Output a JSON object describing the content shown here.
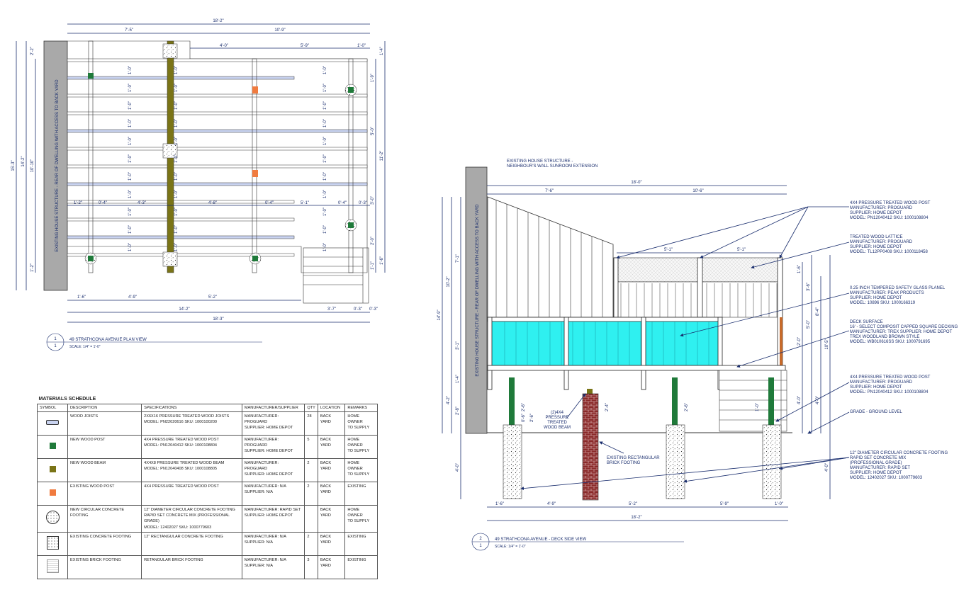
{
  "plan_view": {
    "wall_label": "EXISTING HOUSE STRUCTURE - REAR OF DWELLING WITH ACCESS TO BACK YARD",
    "dims_top": [
      "18'-2\"",
      "7'-5\"",
      "10'-9\"",
      "4'-0\"",
      "5'-9\"",
      "1'-0\""
    ],
    "dims_left": [
      "15'-3\"",
      "14'-2\"",
      "10'-10\"",
      "2'-2\"",
      "1'-2\""
    ],
    "dims_right": [
      "11'-2\"",
      "5'-0\"",
      "3'-0\"",
      "1'-9\"",
      "1'-4\"",
      "1'-6\"",
      "2'-0\"",
      "1'-1\""
    ],
    "joist_spacing": "1'-0\"",
    "mid_dims": [
      "1'-2\"",
      "0'-4\"",
      "4'-3\"",
      "4'-8\"",
      "0'-4\"",
      "5'-1\"",
      "0'-4\"",
      "0'-3\""
    ],
    "dims_bottom": [
      "1'-6\"",
      "4'-9\"",
      "5'-2\"",
      "14'-2\"",
      "3'-7\"",
      "0'-3\"",
      "0'-3\"",
      "18'-3\""
    ],
    "title_num": "1",
    "title_sub": "1",
    "title": "49 STRATHCONA AVENUE PLAN VIEW",
    "scale": "SCALE: 1/4\" = 1'-0\""
  },
  "side_view": {
    "top_note": "EXISTING HOUSE STRUCTURE -",
    "top_note2": "NEIGHBOUR'S WALL SUNROOM EXTENSION",
    "wall_label": "EXISTING HOUSE STRUCTURE - REAR OF DWELLING WITH ACCESS TO BACK YARD",
    "dims_top": [
      "18'-0\"",
      "7'-6\"",
      "10'-6\"",
      "5'-1\"",
      "5'-1\""
    ],
    "dims_left": [
      "14'-9\"",
      "10'-2\"",
      "7'-1\"",
      "3'-1\"",
      "1'-4\"",
      "4'-2\"",
      "2'-8\"",
      "4'-0\""
    ],
    "dims_right": [
      "10'-5\"",
      "8'-4\"",
      "5'-0\"",
      "3'-6\"",
      "1'-6\"",
      "2'-0\"",
      "4'-0\"",
      "4'-0\"",
      "4'-0\""
    ],
    "dims_bottom": [
      "1'-6\"",
      "4'-9\"",
      "5'-2\"",
      "5'-9\"",
      "1'-0\"",
      "18'-2\""
    ],
    "post_dims": [
      "2'-6\"",
      "0'-6\"",
      "2'-6\"",
      "2'-4\"",
      "2'-6\"",
      "1'-0\""
    ],
    "beam_label": [
      "(2)4X4",
      "PRESSURE",
      "TREATED",
      "WOOD BEAM"
    ],
    "brick_label": [
      "EXISTING RECTANGULAR",
      "BRICK FOOTING"
    ],
    "callouts": [
      {
        "lines": [
          "4X4 PRESSURE TREATED WOOD POST",
          "MANUFACTURER: PROGUARD",
          "SUPPLIER: HOME DEPOT",
          "MODEL: PN12040412 SKU: 1000108804"
        ]
      },
      {
        "lines": [
          "TREATED WOOD LATTICE",
          "MANUFACTURER: PROGUARD",
          "SUPPLIER: HOME DEPOT",
          "MODEL: TL12PP0408 SKU: 1000118458"
        ]
      },
      {
        "lines": [
          "0.25 INCH TEMPERED SAFETY GLASS PLANEL",
          "MANUFACTURER: PEAK PRODUCTS",
          "SUPPLIER: HOME DEPOT",
          "MODEL: 10896 SKU: 1000166319"
        ]
      },
      {
        "lines": [
          "DECK SURFACE",
          "16' - SELECT COMPOSIT CAPPED SQUARE DECKING",
          "MANUFACTURER: TREX SUPPLIER: HOME DEPOT",
          "TREX WOODLAND BROWN STYLE",
          "MODEL: WB010616SS SKU: 1000791695"
        ]
      },
      {
        "lines": [
          "4X4 PRESSURE TREATED WOOD POST",
          "MANUFACTURER: PROGUARD",
          "SUPPLIER: HOME DEPOT",
          "MODEL: PN12040412 SKU: 1000108804"
        ]
      },
      {
        "lines": [
          "GRADE - GROUND LEVEL"
        ]
      },
      {
        "lines": [
          "12\" DIAMETER CIRCULAR CONCRETE FOOTING",
          "RAPID SET CONCRETE MIX",
          "(PROFESSIONAL GRADE)",
          "MANUFACTURER: RAPID SET",
          "SUPPLIER: HOME DEPOT",
          "MODEL: 12402027 SKU: 1000779603"
        ]
      }
    ],
    "title_num": "2",
    "title_sub": "1",
    "title": "49 STRATHCONA AVENUE - DECK SIDE VIEW",
    "scale": "SCALE: 1/4\" = 1'-0\""
  },
  "schedule": {
    "title": "MATERIALS SCHEDULE",
    "headers": [
      "SYMBOL",
      "DESCRIPTION",
      "SPECIFICATIONS",
      "MANUFACTURER/SUPPLIER",
      "QTY",
      "LOCATION",
      "REMARKS"
    ],
    "rows": [
      {
        "symbol": "joist",
        "description": "WOOD JOISTS",
        "spec": [
          "2X6X16 PRESSURE TREATED WOOD JOISTS",
          "MODEL: PN22020616 SKU: 1000100200"
        ],
        "mfr": [
          "MANUFACTURER: PROGUARD",
          "SUPPLIER: HOME DEPOT"
        ],
        "qty": "28",
        "location": "BACK YARD",
        "remarks": [
          "HOME OWNER",
          "TO SUPPLY"
        ]
      },
      {
        "symbol": "new-post",
        "description": "NEW WOOD POST",
        "spec": [
          "4X4 PRESSURE TREATED WOOD POST",
          "MODEL: PN12040412 SKU: 1000108804"
        ],
        "mfr": [
          "MANUFACTURER: PROGUARD",
          "SUPPLIER: HOME DEPOT"
        ],
        "qty": "5",
        "location": "BACK YARD",
        "remarks": [
          "HOME OWNER",
          "TO SUPPLY"
        ]
      },
      {
        "symbol": "new-beam",
        "description": "NEW WOOD BEAM",
        "spec": [
          "4X4X8 PRESSURE TREATED WOOD BEAM",
          "MODEL: PN12040408 SKU: 1000108805"
        ],
        "mfr": [
          "MANUFACTURER: PROGUARD",
          "SUPPLIER: HOME DEPOT"
        ],
        "qty": "2",
        "location": "BACK YARD",
        "remarks": [
          "HOME OWNER",
          "TO SUPPLY"
        ]
      },
      {
        "symbol": "existing-post",
        "description": "EXISTING WOOD POST",
        "spec": [
          "4X4 PRESSURE TREATED WOOD POST"
        ],
        "mfr": [
          "MANUFACTURER: N/A",
          "SUPPLIER: N/A"
        ],
        "qty": "2",
        "location": "BACK YARD",
        "remarks": [
          "EXISTING"
        ]
      },
      {
        "symbol": "circular-footing",
        "description": "NEW CIRCULAR CONCRETE FOOTING",
        "spec": [
          "12\" DIAMETER CIRCULAR CONCRETE FOOTING",
          "RAPID SET CONCRETE MIX (PROFESSIONAL GRADE)",
          "MODEL: 12402027 SKU: 1000779603"
        ],
        "mfr": [
          "MANUFACTURER: RAPID SET",
          "SUPPLIER: HOME DEPOT"
        ],
        "qty": "",
        "location": "BACK YARD",
        "remarks": [
          "HOME OWNER",
          "TO SUPPLY"
        ]
      },
      {
        "symbol": "concrete-footing",
        "description": "EXISTING CONCRETE FOOTING",
        "spec": [
          "12\" RECTANGULAR CONCRETE FOOTING"
        ],
        "mfr": [
          "MANUFACTURER: N/A",
          "SUPPLIER: N/A"
        ],
        "qty": "2",
        "location": "BACK YARD",
        "remarks": [
          "EXISTING"
        ]
      },
      {
        "symbol": "brick-footing",
        "description": "EXISTING BRICK FOOTING",
        "spec": [
          "RETANGULAR BRICK FOOTING"
        ],
        "mfr": [
          "MANUFACTURER: N/A",
          "SUPPLIER: N/A"
        ],
        "qty": "3",
        "location": "BACK YARD",
        "remarks": [
          "EXISTING"
        ]
      }
    ]
  },
  "colors": {
    "ink": "#1a2e6e",
    "joist": "#c9d3f0",
    "new_post": "#1f7a3a",
    "new_beam": "#7a7417",
    "existing_post": "#f07b3f",
    "glass": "#2ff0f0",
    "brick": "#8a2a2a",
    "wall": "#a9a9a9"
  }
}
